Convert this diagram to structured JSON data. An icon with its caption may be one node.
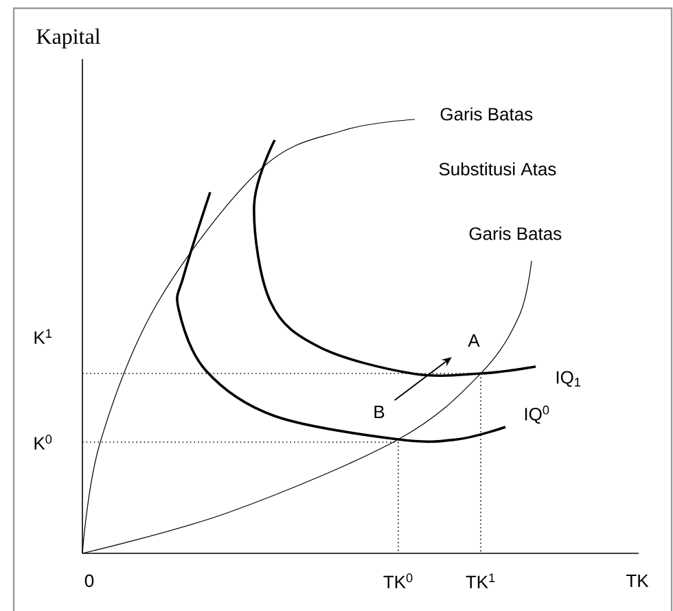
{
  "diagram": {
    "nodes": [
      {
        "text": [
          "A"
        ]
      },
      {
        "text": [
          "B"
        ]
      }
    ],
    "edges": [
      {
        "from": 1,
        "to": 0,
        "arrow": "to"
      }
    ],
    "labels": [
      "Kapital",
      "Garis Batas",
      "Substitusi Atas",
      "Garis Batas",
      "K$^{1}$",
      "IQ$_{1}$",
      "IQ$^{0}$",
      "K$^{0}$",
      "0",
      "TK$^{0}$",
      "TK$^{1}$",
      "TK"
    ]
  }
}
